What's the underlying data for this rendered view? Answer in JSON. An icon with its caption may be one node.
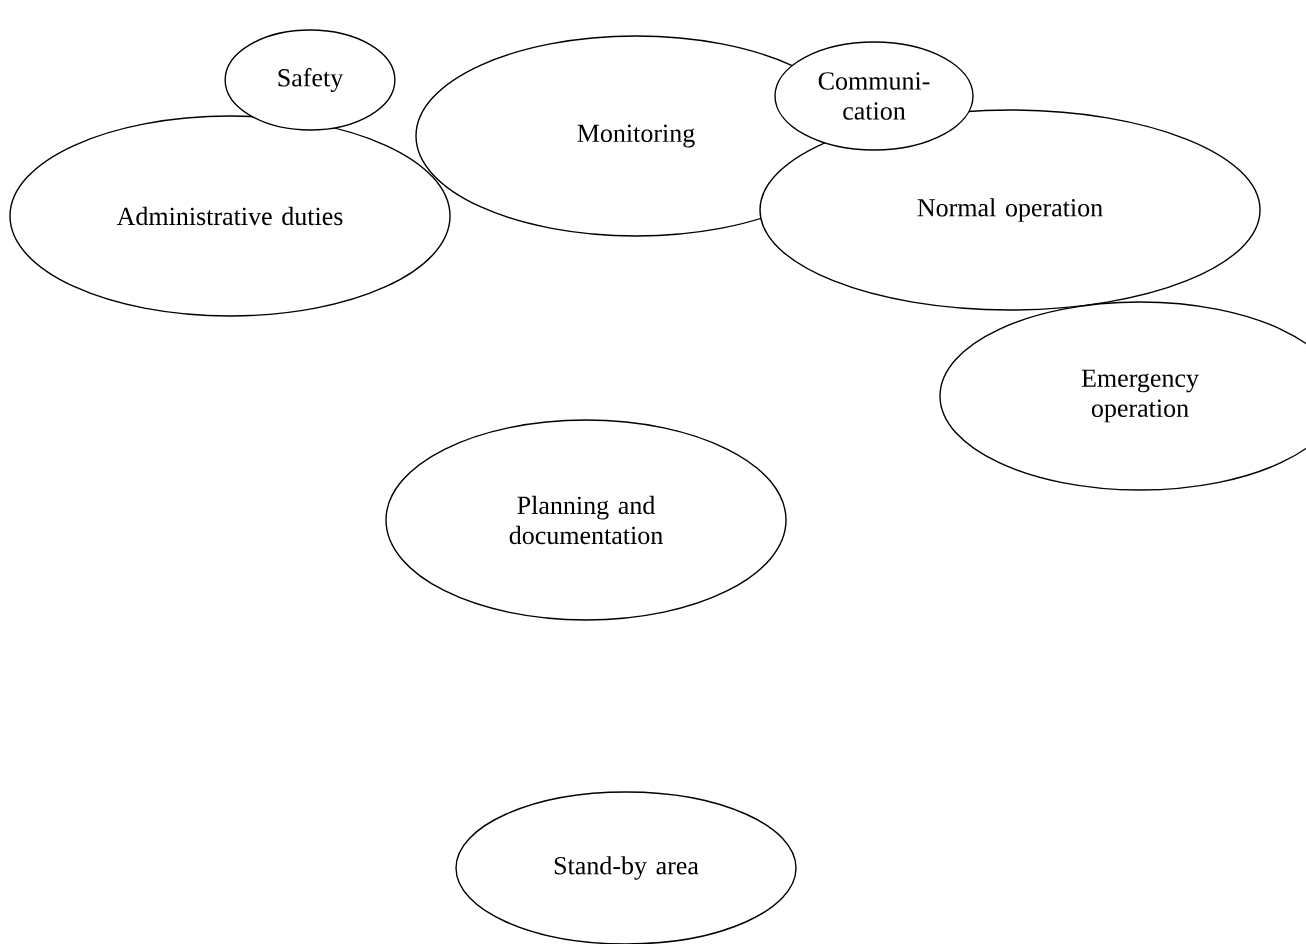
{
  "diagram": {
    "nodes": [
      {
        "text": [
          "Safety"
        ]
      },
      {
        "text": [
          "Monitoring"
        ]
      },
      {
        "text": [
          "Communi- cation"
        ]
      },
      {
        "text": [
          "Administrative duties"
        ]
      },
      {
        "text": [
          "Normal operation"
        ]
      },
      {
        "text": [
          "Emergency operation"
        ]
      },
      {
        "text": [
          "Planning and documentation"
        ]
      },
      {
        "text": [
          "Stand-by area"
        ]
      }
    ]
  }
}
